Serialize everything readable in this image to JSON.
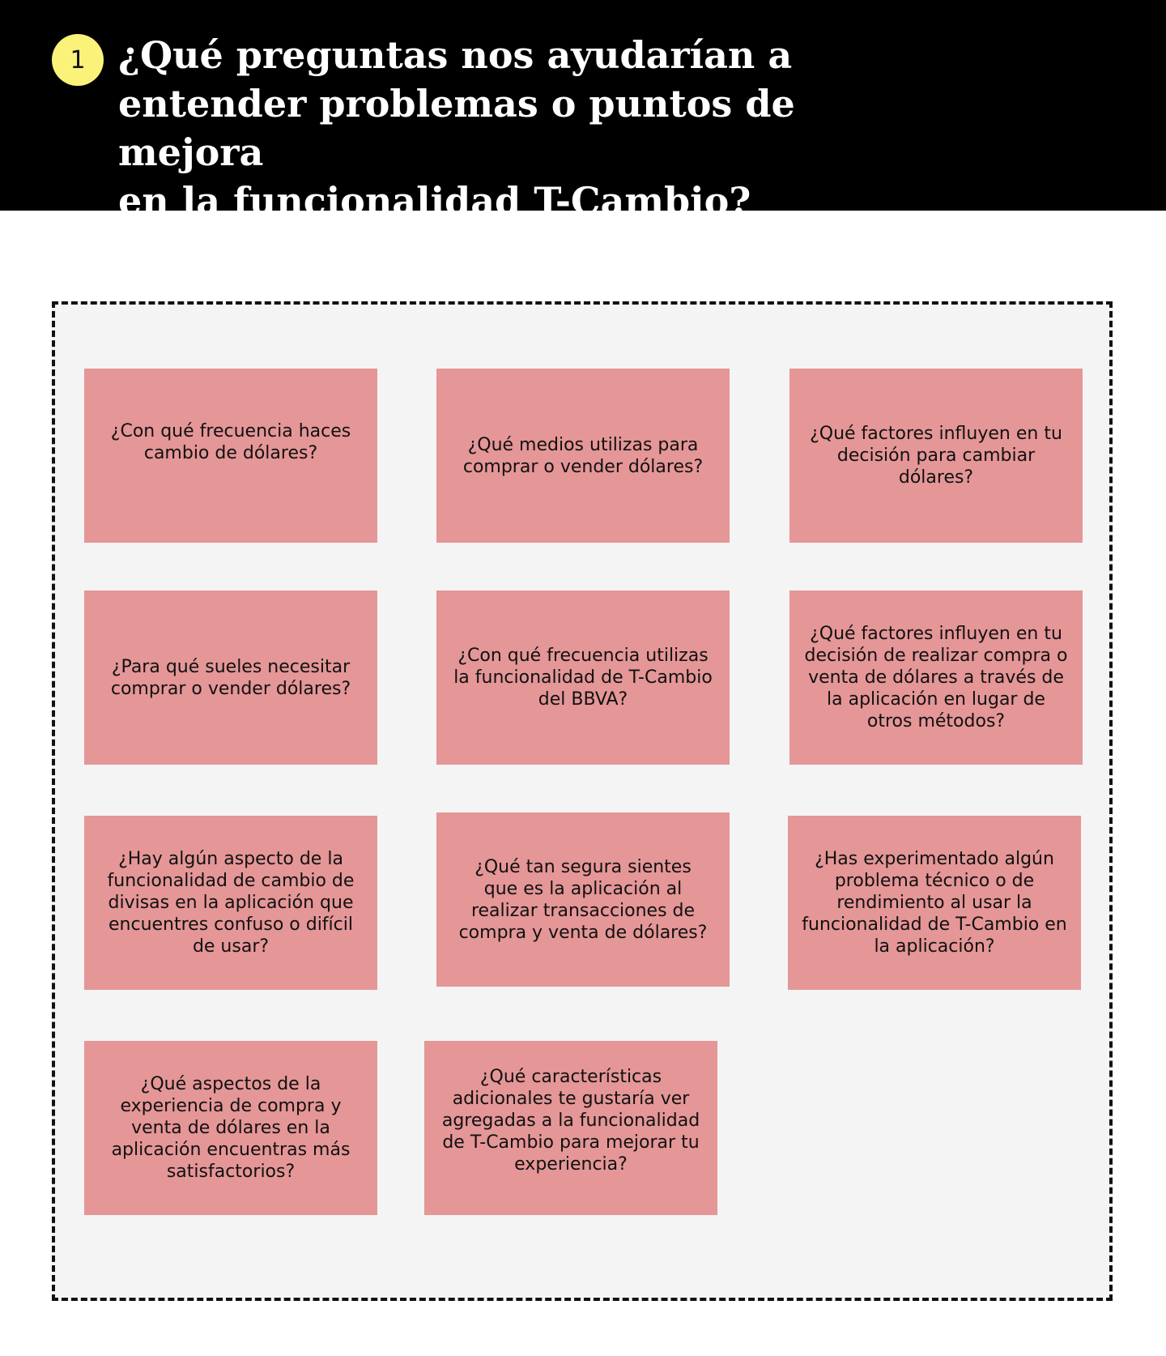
{
  "header": {
    "step_number": "1",
    "title": "¿Qué preguntas nos ayudarían a\nentender problemas o puntos de mejora\nen la funcionalidad  T-Cambio?"
  },
  "notes": [
    "¿Con qué frecuencia haces cambio de dólares?",
    "¿Qué medios utilizas para comprar o vender dólares?",
    "¿Qué factores influyen en tu decisión para cambiar dólares?",
    "¿Para qué sueles necesitar comprar o vender dólares?",
    "¿Con qué frecuencia utilizas la funcionalidad de T-Cambio del BBVA?",
    "¿Qué factores influyen en tu decisión de realizar compra o venta de dólares a través de la aplicación en lugar de otros métodos?",
    "¿Hay algún aspecto de la funcionalidad de cambio de divisas en la aplicación que encuentres confuso o difícil de usar?",
    "¿Qué tan segura sientes que es la aplicación al realizar transacciones de compra y venta de dólares?",
    "¿Has experimentado algún problema técnico o de rendimiento al usar la funcionalidad de T-Cambio en la aplicación?",
    "¿Qué aspectos de la experiencia de compra y venta de dólares en la aplicación encuentras más satisfactorios?",
    "¿Qué características adicionales te gustaría ver agregadas a la funcionalidad de T-Cambio para mejorar tu experiencia?"
  ],
  "colors": {
    "header_background": "#000000",
    "badge": "#fbf27a",
    "note": "#e59697",
    "board": "#f4f4f4"
  }
}
